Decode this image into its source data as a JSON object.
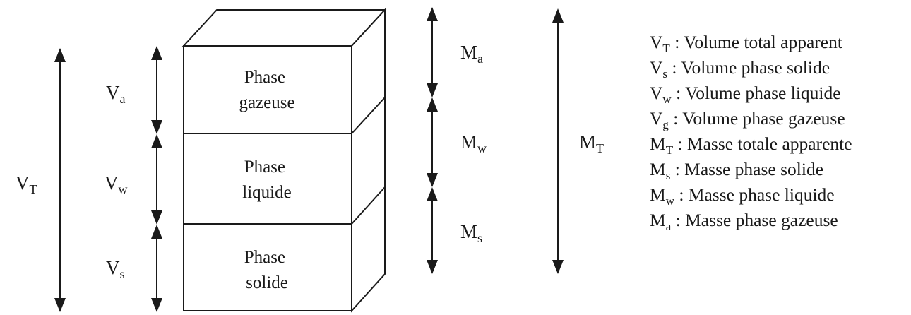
{
  "diagram": {
    "phases": [
      {
        "line1": "Phase",
        "line2": "gazeuse"
      },
      {
        "line1": "Phase",
        "line2": "liquide"
      },
      {
        "line1": "Phase",
        "line2": "solide"
      }
    ],
    "volume_labels": {
      "total": {
        "main": "V",
        "sub": "T"
      },
      "air": {
        "main": "V",
        "sub": "a"
      },
      "water": {
        "main": "V",
        "sub": "w"
      },
      "solid": {
        "main": "V",
        "sub": "s"
      }
    },
    "mass_labels": {
      "air": {
        "main": "M",
        "sub": "a"
      },
      "water": {
        "main": "M",
        "sub": "w"
      },
      "solid": {
        "main": "M",
        "sub": "s"
      },
      "total": {
        "main": "M",
        "sub": "T"
      }
    }
  },
  "legend": [
    {
      "main": "V",
      "sub": "T",
      "text": " : Volume total apparent"
    },
    {
      "main": "V",
      "sub": "s",
      "text": " : Volume phase solide"
    },
    {
      "main": "V",
      "sub": "w",
      "text": " : Volume phase liquide"
    },
    {
      "main": "V",
      "sub": "g",
      "text": " : Volume phase gazeuse"
    },
    {
      "main": "M",
      "sub": "T",
      "text": " : Masse totale apparente"
    },
    {
      "main": "M",
      "sub": "s",
      "text": " : Masse phase solide"
    },
    {
      "main": "M",
      "sub": "w",
      "text": " : Masse phase liquide"
    },
    {
      "main": "M",
      "sub": "a",
      "text": " : Masse phase gazeuse"
    }
  ]
}
